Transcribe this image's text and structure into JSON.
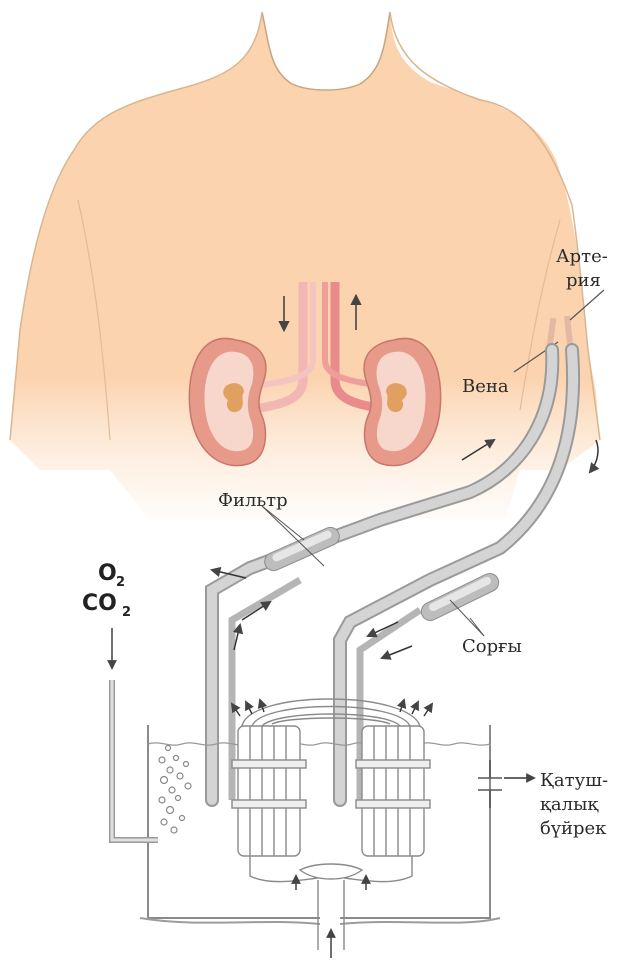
{
  "labels": {
    "artery_line1": "Арте-",
    "artery_line2": "рия",
    "vein": "Вена",
    "filter": "Фильтр",
    "pump": "Сорғы",
    "artificial_kidney_line1": "Қатуш-",
    "artificial_kidney_line2": "қалық",
    "artificial_kidney_line3": "бүйрек",
    "oxygen": "O",
    "oxygen_sub": "2",
    "carbon_dioxide": "CO",
    "carbon_dioxide_sub": "2"
  },
  "colors": {
    "skin": "#fbd3ae",
    "skin_outline": "#c9a27e",
    "kidney_outer": "#e79a8a",
    "kidney_inner": "#f7d6cc",
    "kidney_pelvis": "#e0a060",
    "vessel": "#e98b8b",
    "tube": "#c8c8c8",
    "tube_dark": "#9a9a9a",
    "machine_line": "#8a8a8a"
  }
}
